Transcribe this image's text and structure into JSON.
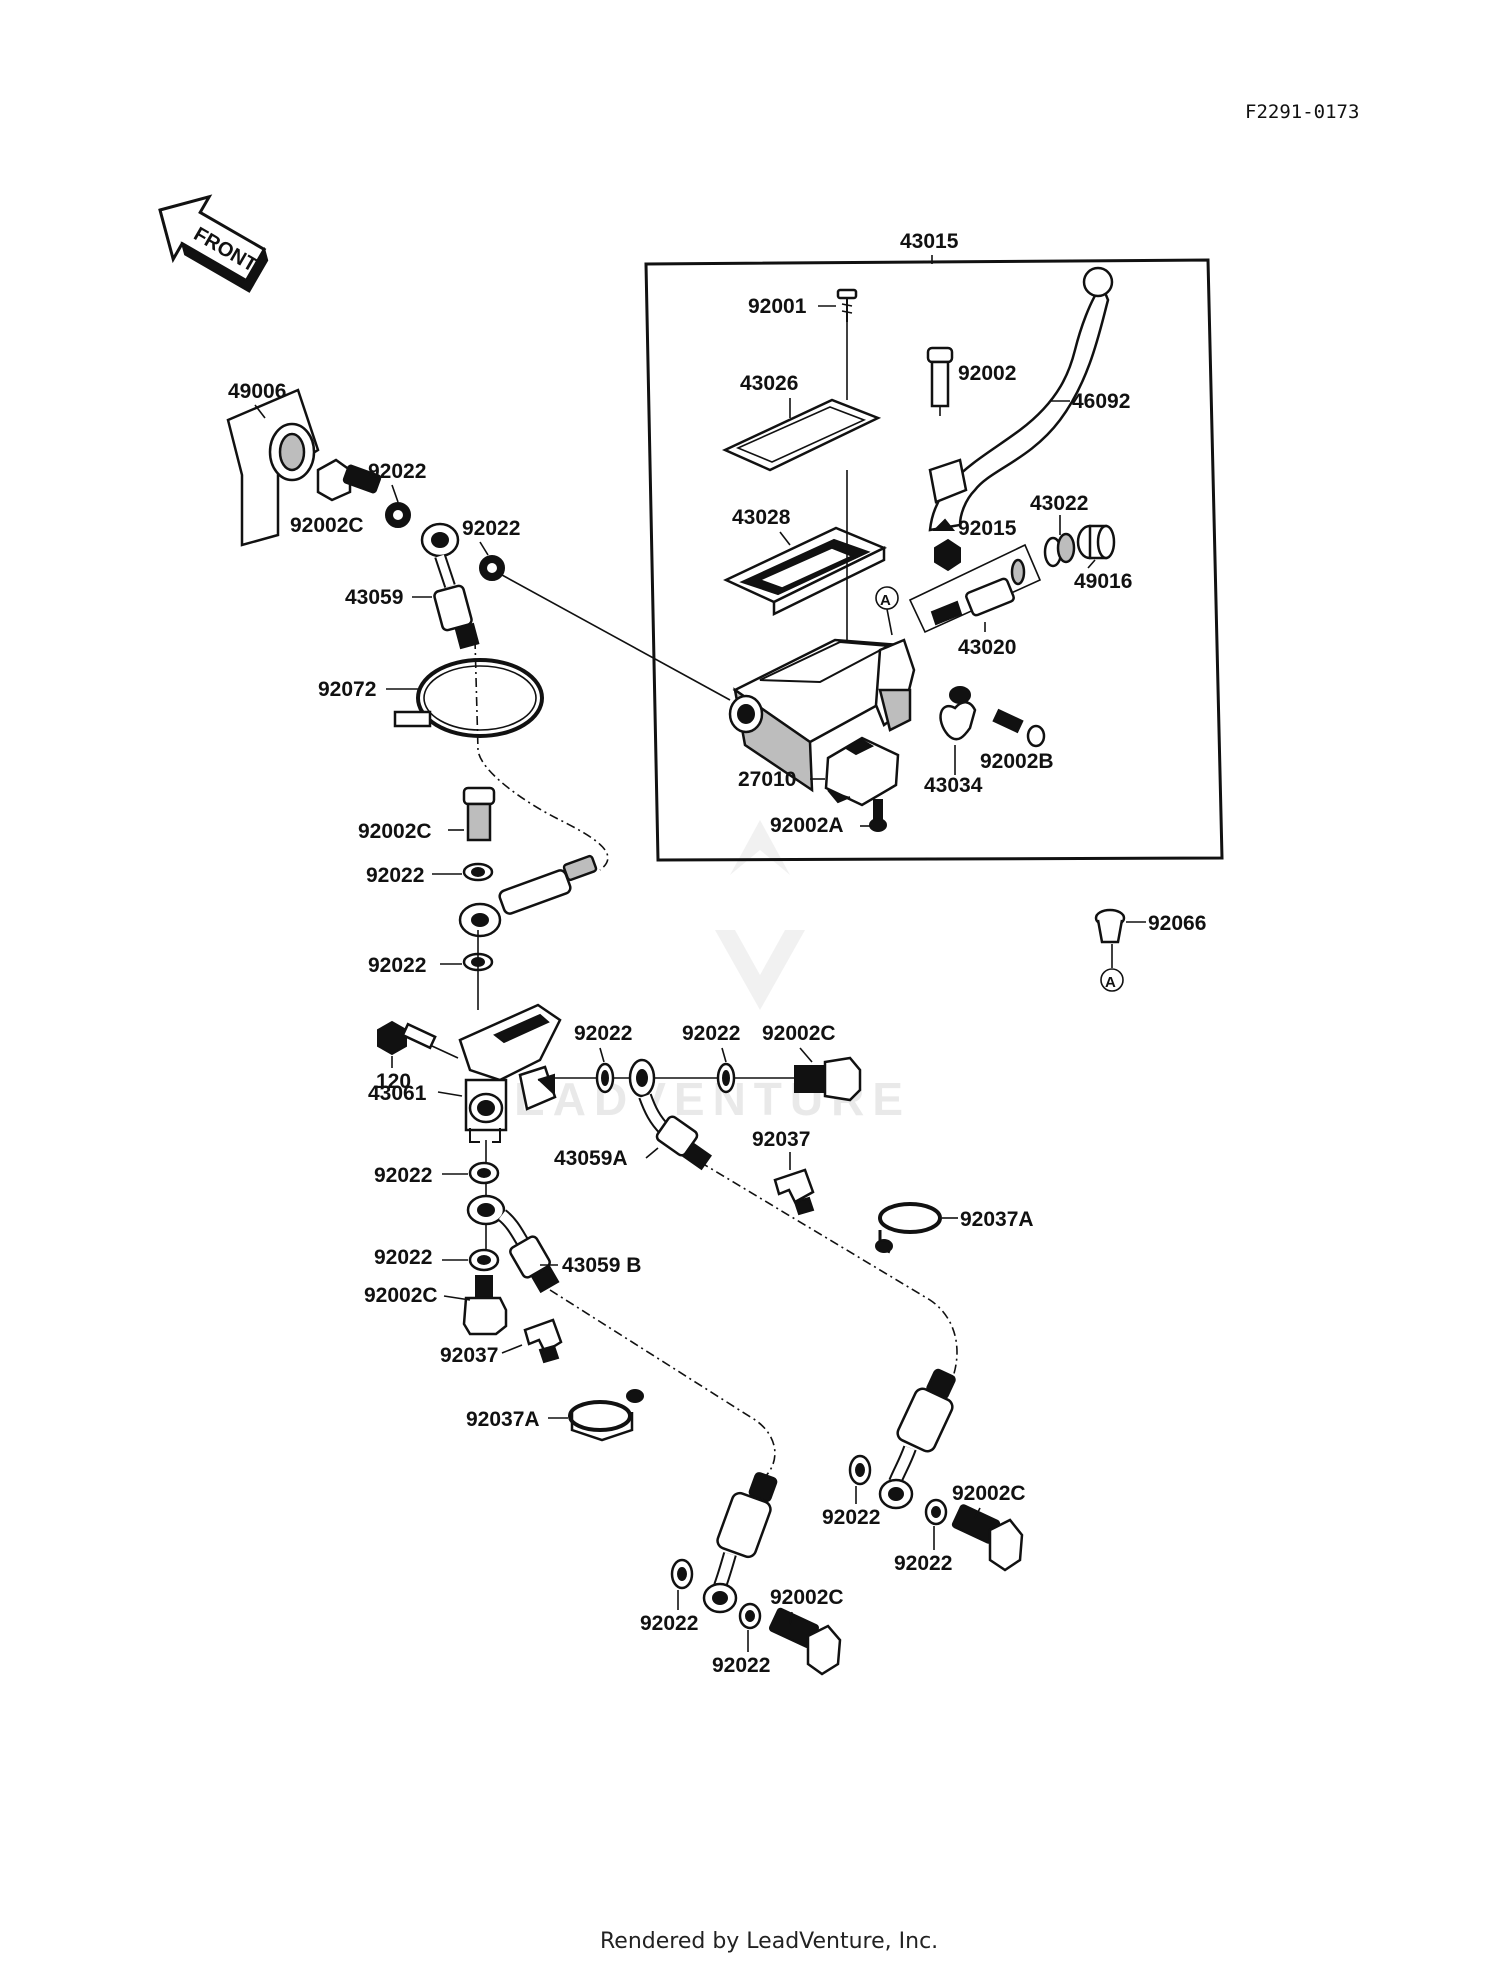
{
  "ref_code": "F2291-0173",
  "front_label": "FRONT",
  "assembly_label": "43015",
  "watermark": "LEADVENTURE",
  "footer": "Rendered by LeadVenture, Inc.",
  "callout_A": "A",
  "labels": {
    "p92001": "92001",
    "p43026": "43026",
    "p92002": "92002",
    "p46092": "46092",
    "p43028": "43028",
    "p92015": "92015",
    "p43022": "43022",
    "p49016": "49016",
    "p43020": "43020",
    "p27010": "27010",
    "p92002A": "92002A",
    "p43034": "43034",
    "p92002B": "92002B",
    "p49006": "49006",
    "p92022_a": "92022",
    "p92002C_a": "92002C",
    "p92022_b": "92022",
    "p43059": "43059",
    "p92072": "92072",
    "p92002C_b": "92002C",
    "p92022_c": "92022",
    "p92022_d": "92022",
    "p92066": "92066",
    "p120": "120",
    "p43061": "43061",
    "p92022_e": "92022",
    "p92022_f": "92022",
    "p92002C_c": "92002C",
    "p43059A": "43059A",
    "p92037_a": "92037",
    "p92037A_a": "92037A",
    "p92022_g": "92022",
    "p92022_h": "92022",
    "p43059B": "43059 B",
    "p92002C_d": "92002C",
    "p92037_b": "92037",
    "p92037A_b": "92037A",
    "p92022_i": "92022",
    "p92002C_e": "92002C",
    "p92022_j": "92022",
    "p92022_k": "92022",
    "p92002C_f": "92002C",
    "p92022_l": "92022"
  }
}
